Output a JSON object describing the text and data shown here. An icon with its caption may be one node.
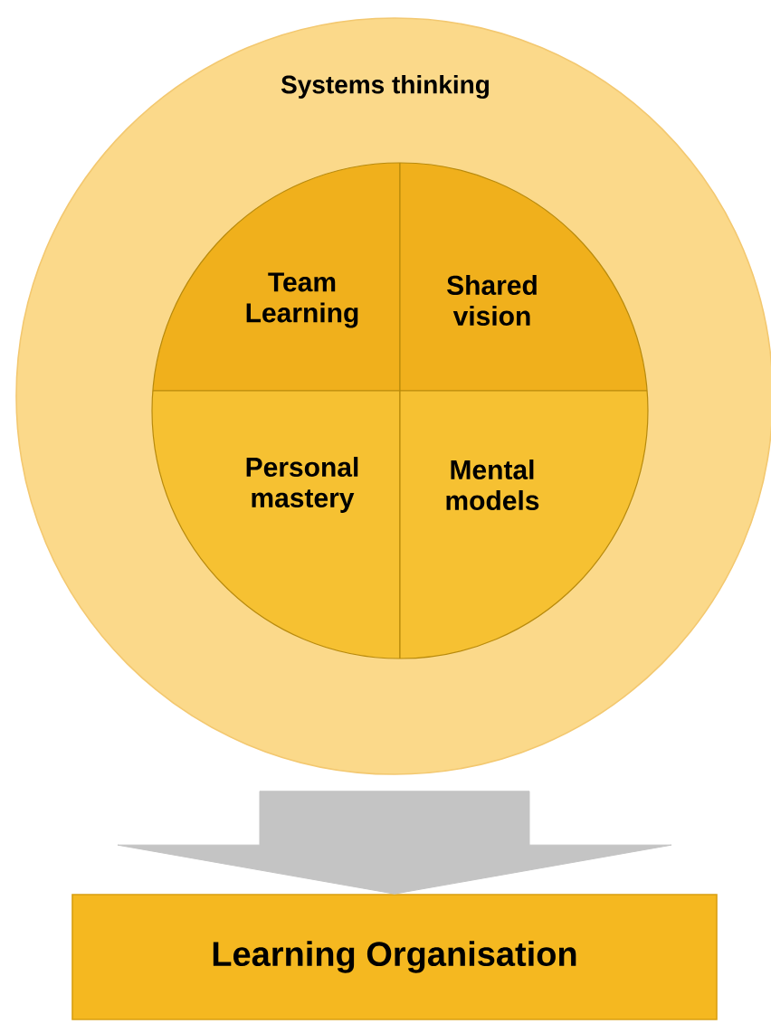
{
  "diagram": {
    "nodes": [
      {
        "text": [
          "Systems thinking"
        ]
      },
      {
        "text": [
          "Team Learning"
        ],
        "in": 0
      },
      {
        "text": [
          "Shared vision"
        ],
        "in": 0
      },
      {
        "text": [
          "Personal mastery"
        ],
        "in": 0
      },
      {
        "text": [
          "Mental models"
        ],
        "in": 0
      },
      {
        "text": [
          "Learning Organisation"
        ]
      }
    ],
    "edges": [
      {
        "from": 0,
        "to": 5,
        "arrow": "to"
      }
    ]
  }
}
